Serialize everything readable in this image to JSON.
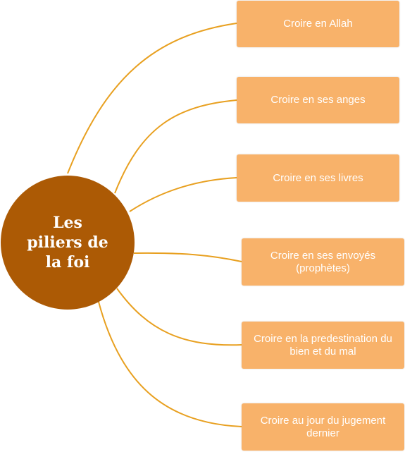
{
  "colors": {
    "center_fill": "#ac5a05",
    "leaf_fill": "#f8b26a",
    "connector": "#e8a020",
    "text": "#ffffff"
  },
  "center": {
    "label": "Les piliers de la foi"
  },
  "leaves": [
    {
      "label": "Croire en Allah"
    },
    {
      "label": "Croire en ses anges"
    },
    {
      "label": "Croire en ses livres"
    },
    {
      "label": "Croire en ses envoyés (prophètes)"
    },
    {
      "label": "Croire en la predestination du bien et du mal"
    },
    {
      "label": "Croire au jour du jugement dernier"
    }
  ]
}
